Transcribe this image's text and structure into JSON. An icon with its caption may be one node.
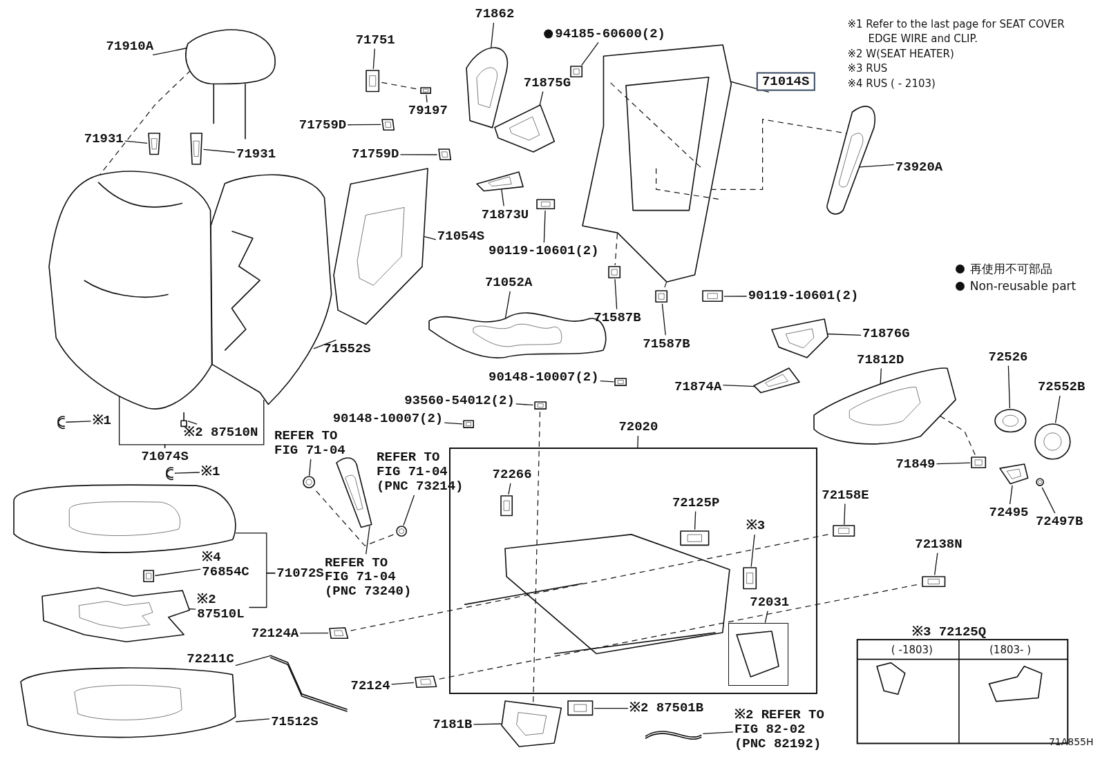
{
  "diagram": {
    "nodes": [
      {
        "text": [
          "71910A"
        ]
      },
      {
        "text": [
          "71751"
        ]
      },
      {
        "text": [
          "71862"
        ]
      },
      {
        "text": [
          "94185-60600(2)"
        ]
      },
      {
        "text": [
          "71014S"
        ]
      },
      {
        "text": [
          "79197"
        ]
      },
      {
        "text": [
          "71875G"
        ]
      },
      {
        "text": [
          "71759D"
        ]
      },
      {
        "text": [
          "71931"
        ]
      },
      {
        "text": [
          "71931"
        ]
      },
      {
        "text": [
          "71759D"
        ]
      },
      {
        "text": [
          "73920A"
        ]
      },
      {
        "text": [
          "71873U"
        ]
      },
      {
        "text": [
          "71054S"
        ]
      },
      {
        "text": [
          "90119-10601(2)"
        ]
      },
      {
        "text": [
          "71052A"
        ]
      },
      {
        "text": [
          "71587B"
        ]
      },
      {
        "text": [
          "71587B"
        ]
      },
      {
        "text": [
          "90119-10601(2)"
        ]
      },
      {
        "text": [
          "71552S"
        ]
      },
      {
        "text": [
          "71876G"
        ]
      },
      {
        "text": [
          "71812D"
        ]
      },
      {
        "text": [
          "72526"
        ]
      },
      {
        "text": [
          "72552B"
        ]
      },
      {
        "text": [
          "71874A"
        ]
      },
      {
        "text": [
          "90148-10007(2)"
        ]
      },
      {
        "text": [
          "93560-54012(2)"
        ]
      },
      {
        "text": [
          "※1"
        ]
      },
      {
        "text": [
          "90148-10007(2)"
        ]
      },
      {
        "text": [
          "※2 87510N"
        ]
      },
      {
        "text": [
          "72020"
        ]
      },
      {
        "text": [],
        "shape": "box"
      },
      {
        "text": [
          "71074S"
        ]
      },
      {
        "text": [
          "REFER TO FIG 71-04"
        ]
      },
      {
        "text": [
          "REFER TO FIG 71-04 (PNC 73214)"
        ]
      },
      {
        "text": [
          "※1"
        ]
      },
      {
        "text": [
          "71849"
        ]
      },
      {
        "text": [
          "72266"
        ],
        "in": 31
      },
      {
        "text": [
          "72125P"
        ],
        "in": 31
      },
      {
        "text": [
          "72158E"
        ]
      },
      {
        "text": [
          "72495"
        ]
      },
      {
        "text": [
          "72497B"
        ]
      },
      {
        "text": [
          "※3"
        ],
        "in": 31
      },
      {
        "text": [
          "72138N"
        ]
      },
      {
        "text": [
          "REFER TO FIG 71-04 (PNC 73240)"
        ]
      },
      {
        "text": [
          "※4 76854C"
        ]
      },
      {
        "text": [
          "71072S"
        ]
      },
      {
        "text": [
          "72031"
        ],
        "in": 31
      },
      {
        "text": [],
        "shape": "box",
        "in": 31
      },
      {
        "text": [
          "※2 87510L"
        ]
      },
      {
        "text": [
          "72124A"
        ]
      },
      {
        "text": [
          "72211C"
        ]
      },
      {
        "text": [
          "72124"
        ]
      },
      {
        "text": [
          "※2 87501B"
        ]
      },
      {
        "text": [
          "※2 REFER TO FIG 82-02 (PNC 82192)"
        ]
      },
      {
        "text": [
          "71512S"
        ]
      },
      {
        "text": [
          "7181B"
        ]
      },
      {
        "text": [],
        "shape": "picture"
      },
      {
        "text": [],
        "shape": "picture"
      },
      {
        "text": [],
        "shape": "picture"
      },
      {
        "text": [],
        "shape": "picture"
      },
      {
        "text": [],
        "shape": "picture"
      },
      {
        "text": [],
        "shape": "picture"
      },
      {
        "text": [],
        "shape": "picture"
      },
      {
        "text": [],
        "shape": "picture"
      },
      {
        "text": [],
        "shape": "picture"
      },
      {
        "text": [],
        "shape": "picture"
      },
      {
        "text": [],
        "shape": "picture"
      },
      {
        "text": [],
        "shape": "picture"
      },
      {
        "text": [],
        "shape": "picture"
      },
      {
        "text": [],
        "shape": "picture"
      },
      {
        "text": [],
        "shape": "picture"
      },
      {
        "text": [],
        "shape": "picture"
      },
      {
        "text": [],
        "shape": "picture"
      },
      {
        "text": [],
        "shape": "picture"
      },
      {
        "text": [],
        "shape": "picture"
      },
      {
        "text": [],
        "shape": "picture"
      },
      {
        "text": [],
        "shape": "picture"
      },
      {
        "text": [],
        "shape": "picture"
      },
      {
        "text": [],
        "shape": "picture"
      },
      {
        "text": [],
        "shape": "picture"
      },
      {
        "text": [],
        "shape": "picture"
      },
      {
        "text": [],
        "shape": "picture"
      },
      {
        "text": [],
        "shape": "picture"
      },
      {
        "text": [],
        "shape": "picture"
      },
      {
        "text": [],
        "shape": "picture"
      },
      {
        "text": [],
        "shape": "picture"
      },
      {
        "text": [],
        "shape": "picture"
      },
      {
        "text": [],
        "shape": "picture"
      },
      {
        "text": [],
        "shape": "picture"
      },
      {
        "text": [],
        "shape": "picture"
      },
      {
        "text": [],
        "shape": "picture"
      },
      {
        "text": [],
        "shape": "picture",
        "in": 31
      },
      {
        "text": [],
        "shape": "picture",
        "in": 31
      },
      {
        "text": [],
        "shape": "picture"
      },
      {
        "text": [],
        "shape": "picture"
      },
      {
        "text": [],
        "shape": "picture"
      },
      {
        "text": [],
        "shape": "picture",
        "in": 31
      },
      {
        "text": [],
        "shape": "picture"
      },
      {
        "text": [],
        "shape": "picture"
      },
      {
        "text": [],
        "shape": "picture"
      },
      {
        "text": [],
        "shape": "picture"
      },
      {
        "text": [],
        "shape": "picture"
      },
      {
        "text": [],
        "shape": "picture"
      },
      {
        "text": [],
        "shape": "picture"
      },
      {
        "text": [],
        "shape": "picture"
      },
      {
        "text": [],
        "shape": "picture"
      },
      {
        "text": [],
        "shape": "picture"
      },
      {
        "text": [],
        "shape": "picture"
      },
      {
        "text": [],
        "shape": "picture"
      }
    ],
    "edges": [
      {
        "from": 0,
        "to": 57,
        "arrow": "none"
      },
      {
        "from": 1,
        "to": 58,
        "arrow": "none"
      },
      {
        "from": 2,
        "to": 59,
        "arrow": "none"
      },
      {
        "from": 3,
        "to": 60,
        "arrow": "none"
      },
      {
        "from": 4,
        "to": 61,
        "arrow": "none"
      },
      {
        "from": 5,
        "to": 62,
        "arrow": "none"
      },
      {
        "from": 6,
        "to": 63,
        "arrow": "none"
      },
      {
        "from": 7,
        "to": 64,
        "arrow": "none"
      },
      {
        "from": 8,
        "to": 65,
        "arrow": "none"
      },
      {
        "from": 9,
        "to": 66,
        "arrow": "none"
      },
      {
        "from": 10,
        "to": 67,
        "arrow": "none"
      },
      {
        "from": 11,
        "to": 68,
        "arrow": "none"
      },
      {
        "from": 12,
        "to": 69,
        "arrow": "none"
      },
      {
        "from": 13,
        "to": 70,
        "arrow": "none"
      },
      {
        "from": 14,
        "to": 71,
        "arrow": "none"
      },
      {
        "from": 15,
        "to": 72,
        "arrow": "none"
      },
      {
        "from": 16,
        "to": 73,
        "arrow": "none"
      },
      {
        "from": 17,
        "to": 74,
        "arrow": "none"
      },
      {
        "from": 18,
        "to": 75,
        "arrow": "none"
      },
      {
        "from": 19,
        "to": 76,
        "arrow": "none"
      },
      {
        "from": 20,
        "to": 77,
        "arrow": "none"
      },
      {
        "from": 21,
        "to": 78,
        "arrow": "none"
      },
      {
        "from": 22,
        "to": 79,
        "arrow": "none"
      },
      {
        "from": 23,
        "to": 80,
        "arrow": "none"
      },
      {
        "from": 24,
        "to": 81,
        "arrow": "none"
      },
      {
        "from": 25,
        "to": 82,
        "arrow": "none"
      },
      {
        "from": 26,
        "to": 83,
        "arrow": "none"
      },
      {
        "from": 27,
        "to": 84,
        "arrow": "none"
      },
      {
        "from": 28,
        "to": 85,
        "arrow": "none"
      },
      {
        "from": 29,
        "to": 86,
        "arrow": "none"
      },
      {
        "from": 30,
        "to": 31,
        "arrow": "none"
      },
      {
        "from": 32,
        "to": 87,
        "arrow": "none"
      },
      {
        "from": 32,
        "to": 76,
        "arrow": "none"
      },
      {
        "from": 33,
        "to": 88,
        "arrow": "none"
      },
      {
        "from": 34,
        "to": 89,
        "arrow": "none"
      },
      {
        "from": 35,
        "to": 90,
        "arrow": "none"
      },
      {
        "from": 36,
        "to": 91,
        "arrow": "none"
      },
      {
        "from": 37,
        "to": 92,
        "arrow": "none"
      },
      {
        "from": 38,
        "to": 93,
        "arrow": "none"
      },
      {
        "from": 39,
        "to": 94,
        "arrow": "none"
      },
      {
        "from": 40,
        "to": 95,
        "arrow": "none"
      },
      {
        "from": 41,
        "to": 96,
        "arrow": "none"
      },
      {
        "from": 42,
        "to": 97,
        "arrow": "none"
      },
      {
        "from": 43,
        "to": 98,
        "arrow": "none"
      },
      {
        "from": 44,
        "to": 99,
        "arrow": "none"
      },
      {
        "from": 45,
        "to": 100,
        "arrow": "none"
      },
      {
        "from": 46,
        "to": 101,
        "arrow": "none"
      },
      {
        "from": 46,
        "to": 49,
        "arrow": "none"
      },
      {
        "from": 47,
        "to": 48,
        "arrow": "none"
      },
      {
        "from": 49,
        "to": 102,
        "arrow": "none"
      },
      {
        "from": 50,
        "to": 103,
        "arrow": "none"
      },
      {
        "from": 51,
        "to": 104,
        "arrow": "none"
      },
      {
        "from": 52,
        "to": 105,
        "arrow": "none"
      },
      {
        "from": 53,
        "to": 106,
        "arrow": "none"
      },
      {
        "from": 54,
        "to": 107,
        "arrow": "none"
      },
      {
        "from": 55,
        "to": 108,
        "arrow": "none"
      },
      {
        "from": 56,
        "to": 109,
        "arrow": "none"
      },
      {
        "from": 57,
        "to": 87,
        "arrow": "none",
        "style": "dashed"
      },
      {
        "from": 58,
        "to": 62,
        "arrow": "none",
        "style": "dashed"
      },
      {
        "from": 61,
        "to": 68,
        "arrow": "none",
        "style": "dashed"
      },
      {
        "from": 61,
        "to": 73,
        "arrow": "none",
        "style": "dashed"
      },
      {
        "from": 61,
        "to": 74,
        "arrow": "none",
        "style": "dashed"
      },
      {
        "from": 88,
        "to": 89,
        "arrow": "none",
        "style": "dashed"
      },
      {
        "from": 83,
        "to": 109,
        "arrow": "none",
        "style": "dashed"
      },
      {
        "from": 103,
        "to": 94,
        "arrow": "none",
        "style": "dashed"
      },
      {
        "from": 105,
        "to": 98,
        "arrow": "none",
        "style": "dashed"
      },
      {
        "from": 78,
        "to": 91,
        "arrow": "none",
        "style": "dashed"
      }
    ],
    "labels": [
      "※1 Refer to the last page for SEAT COVER EDGE WIRE and CLIP.",
      "※2 W(SEAT HEATER)",
      "※3 RUS",
      "※4 RUS ( - 2103)",
      "※3 72125Q",
      "( -1803)",
      "(1803- )",
      "71A855H"
    ],
    "legend": [
      {
        "text": "再使用不可部品"
      },
      {
        "text": "Non-reusable part"
      }
    ]
  }
}
